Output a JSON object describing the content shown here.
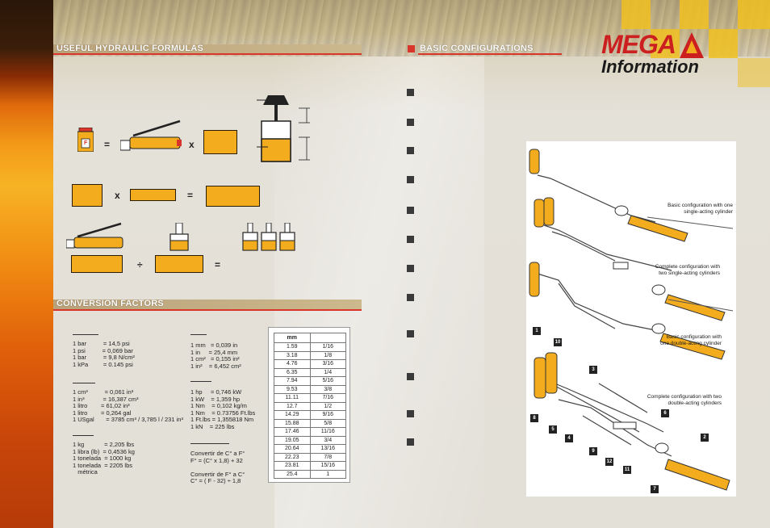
{
  "sections": {
    "formulas_title": "USEFUL HYDRAULIC FORMULAS",
    "configs_title": "BASIC CONFIGURATIONS",
    "conversion_title": "CONVERSION FACTORS"
  },
  "logo": {
    "mega": "MEGA",
    "info": "Information"
  },
  "formula_ops": {
    "equals": "=",
    "times": "x",
    "divide": "÷",
    "f_label": "F"
  },
  "conversion": {
    "col1a": "1 bar          = 14,5 psi\n1 psi          = 0,069 bar\n1 bar          = 9,8 N/cm²\n1 kPa         = 0.145 psi",
    "col1b": "1 cm³          = 0,061 in³\n1 in³           = 16,387 cm³\n1 litro        = 61,02 in³\n1 litro        = 0,264 gal\n1 USgal       = 3785 cm³ / 3,785 l / 231 in³",
    "col1c": "1 kg            = 2,205 lbs\n1 libra (lb)  = 0,4536 kg\n1 tonelada  = 1000 kg\n1 tonelada  = 2205 lbs\n   métrica",
    "col2a": "1 mm   = 0,039 in\n1 in     = 25,4 mm\n1 cm²   = 0,155 in²\n1 in²    = 6,452 cm²",
    "col2b": "1 hp     = 0,746 kW\n1 kW    = 1,359 hp\n1 Nm    = 0,102 kg/m\n1 Nm    = 0.73756 Ft.lbs\n1 Ft.lbs = 1,355818 Nm\n1 kN    = 225 lbs",
    "col2c": "Convertir de C° a F°\nF° = (C° x 1,8) + 32\n\nConvertir de F° a C°\nC° = ( F - 32) ÷ 1,8"
  },
  "table": {
    "header_mm": "mm",
    "rows": [
      [
        "1.59",
        "1/16"
      ],
      [
        "3.18",
        "1/8"
      ],
      [
        "4.76",
        "3/16"
      ],
      [
        "6.35",
        "1/4"
      ],
      [
        "7.94",
        "5/16"
      ],
      [
        "9.53",
        "3/8"
      ],
      [
        "11.11",
        "7/16"
      ],
      [
        "12.7",
        "1/2"
      ],
      [
        "14.29",
        "9/16"
      ],
      [
        "15.88",
        "5/8"
      ],
      [
        "17.46",
        "11/16"
      ],
      [
        "19.05",
        "3/4"
      ],
      [
        "20.64",
        "13/16"
      ],
      [
        "22.23",
        "7/8"
      ],
      [
        "23.81",
        "15/16"
      ],
      [
        "25.4",
        "1"
      ]
    ]
  },
  "configs": {
    "label1": "Basic configuration with one\nsingle-acting cylinder",
    "label2": "Complete configuration with\ntwo single-acting cylinders",
    "label3": "Basic configuration with\none double-acting cylinder",
    "label4": "Complete configuration with two\ndouble-acting cylinders",
    "numbers": [
      "1",
      "10",
      "3",
      "8",
      "5",
      "4",
      "6",
      "9",
      "12",
      "11",
      "7",
      "2"
    ]
  },
  "colors": {
    "accent": "#d8362a",
    "cylinder": "#f3ac1d",
    "brand_red": "#cc1f1f"
  }
}
